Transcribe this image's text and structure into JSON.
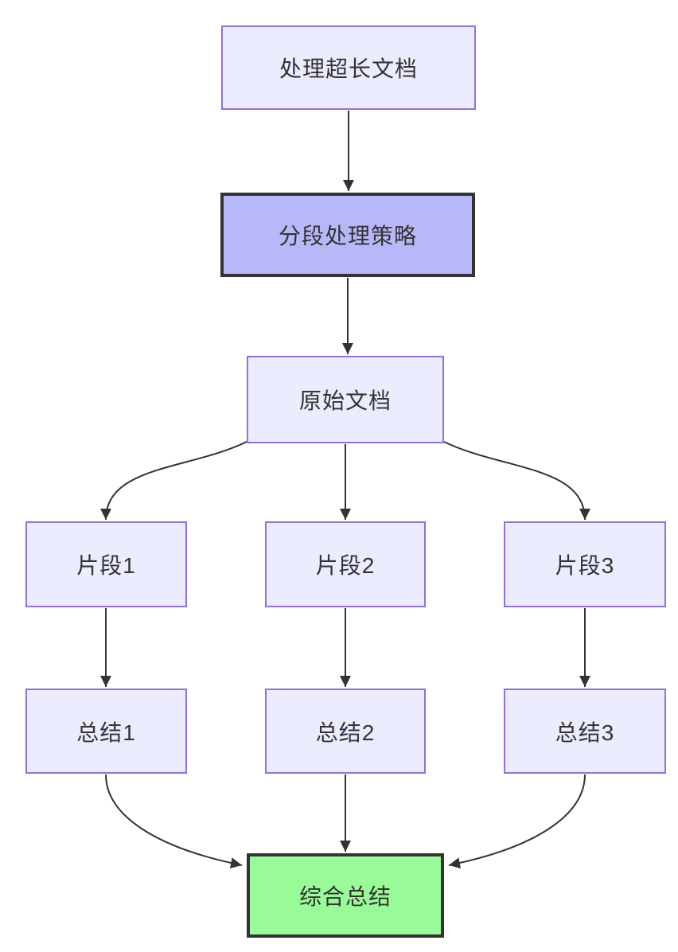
{
  "diagram": {
    "type": "flowchart",
    "direction": "top-down",
    "colors": {
      "background": "#ffffff",
      "node_fill": "#ECECFF",
      "node_border": "#9370DB",
      "highlight_fill": "#B8B8F8",
      "highlight_border": "#333333",
      "result_fill": "#98FB98",
      "result_border": "#333333",
      "edge": "#333333",
      "text": "#333333"
    },
    "nodes": [
      {
        "id": "A",
        "label": "处理超长文档",
        "style": "default"
      },
      {
        "id": "B",
        "label": "分段处理策略",
        "style": "highlight"
      },
      {
        "id": "C",
        "label": "原始文档",
        "style": "default"
      },
      {
        "id": "F1",
        "label": "片段1",
        "style": "default"
      },
      {
        "id": "F2",
        "label": "片段2",
        "style": "default"
      },
      {
        "id": "F3",
        "label": "片段3",
        "style": "default"
      },
      {
        "id": "S1",
        "label": "总结1",
        "style": "default"
      },
      {
        "id": "S2",
        "label": "总结2",
        "style": "default"
      },
      {
        "id": "S3",
        "label": "总结3",
        "style": "default"
      },
      {
        "id": "G",
        "label": "综合总结",
        "style": "result"
      }
    ],
    "edges": [
      {
        "from": "处理超长文档",
        "to": "分段处理策略"
      },
      {
        "from": "分段处理策略",
        "to": "原始文档"
      },
      {
        "from": "原始文档",
        "to": "片段1"
      },
      {
        "from": "原始文档",
        "to": "片段2"
      },
      {
        "from": "原始文档",
        "to": "片段3"
      },
      {
        "from": "片段1",
        "to": "总结1"
      },
      {
        "from": "片段2",
        "to": "总结2"
      },
      {
        "from": "片段3",
        "to": "总结3"
      },
      {
        "from": "总结1",
        "to": "综合总结"
      },
      {
        "from": "总结2",
        "to": "综合总结"
      },
      {
        "from": "总结3",
        "to": "综合总结"
      }
    ]
  }
}
